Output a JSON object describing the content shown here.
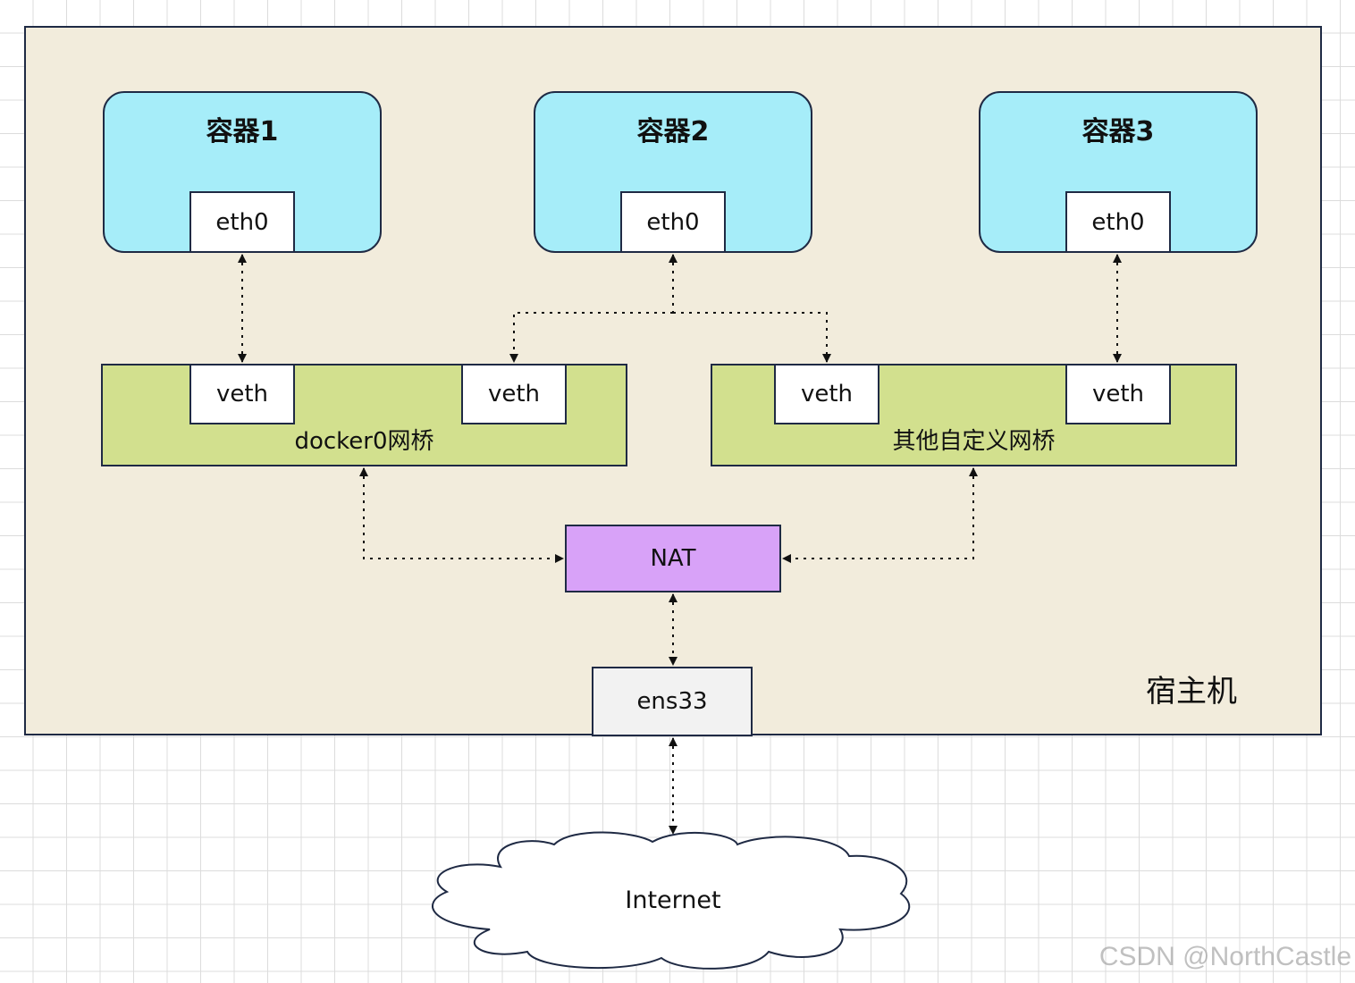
{
  "host": {
    "label": "宿主机"
  },
  "containers": [
    {
      "title": "容器1",
      "port": "eth0"
    },
    {
      "title": "容器2",
      "port": "eth0"
    },
    {
      "title": "容器3",
      "port": "eth0"
    }
  ],
  "bridges": [
    {
      "label": "docker0网桥",
      "ports": [
        "veth",
        "veth"
      ]
    },
    {
      "label": "其他自定义网桥",
      "ports": [
        "veth",
        "veth"
      ]
    }
  ],
  "nat": {
    "label": "NAT"
  },
  "ens": {
    "label": "ens33"
  },
  "cloud": {
    "label": "Internet"
  },
  "watermark": "CSDN @NorthCastle"
}
